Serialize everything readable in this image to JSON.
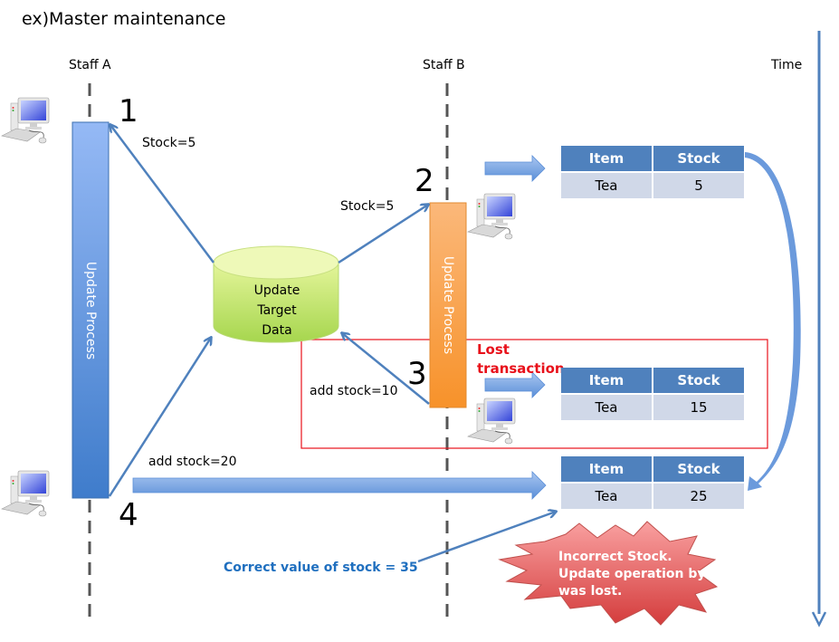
{
  "title": "ex)Master maintenance",
  "lanes": {
    "staff_a": "Staff A",
    "staff_b": "Staff B",
    "time": "Time"
  },
  "steps": [
    "1",
    "2",
    "3",
    "4"
  ],
  "process_bars": {
    "staff_a": {
      "label": "Update Process",
      "color_top": "#95b9f5",
      "color_bottom": "#3f7ccb"
    },
    "staff_b": {
      "label": "Update Process",
      "color_top": "#fbb87a",
      "color_bottom": "#f7922a"
    }
  },
  "database": {
    "lines": [
      "Update",
      "Target",
      "Data"
    ],
    "color": "#c4e57a"
  },
  "messages": {
    "read_a": "Stock=5",
    "read_b": "Stock=5",
    "write_b": "add stock=10",
    "write_a": "add stock=20"
  },
  "lost_transaction": {
    "lines": [
      "Lost",
      "transaction"
    ],
    "color": "#e8101a"
  },
  "tables": [
    {
      "headers": [
        "Item",
        "Stock"
      ],
      "rows": [
        [
          "Tea",
          "5"
        ]
      ]
    },
    {
      "headers": [
        "Item",
        "Stock"
      ],
      "rows": [
        [
          "Tea",
          "15"
        ]
      ]
    },
    {
      "headers": [
        "Item",
        "Stock"
      ],
      "rows": [
        [
          "Tea",
          "25"
        ]
      ]
    }
  ],
  "correct_value": "Correct value of stock = 35",
  "warning": {
    "lines": [
      "Incorrect Stock.",
      "Update operation by Staff B",
      "was lost."
    ],
    "color": "#e05555"
  },
  "colors": {
    "arrow": "#4f81bd",
    "table_header": "#4f81bd",
    "table_cell": "#d0d8e8",
    "highlight_box": "#e8101a"
  }
}
